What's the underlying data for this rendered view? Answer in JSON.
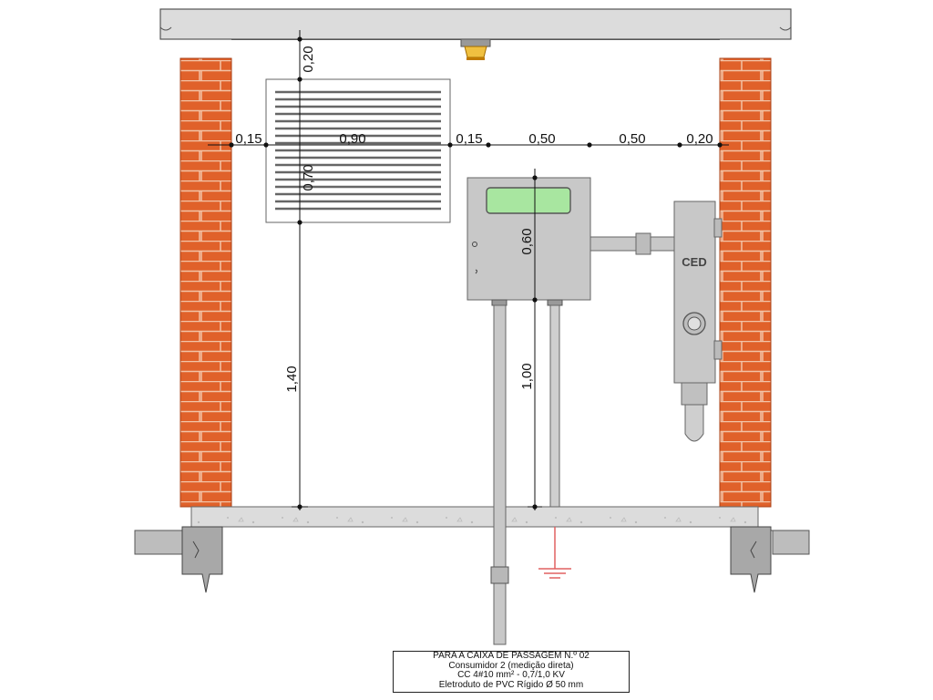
{
  "colors": {
    "brick": "#e0612a",
    "mortar": "#f3c3a6",
    "concrete": "#dcdcdc",
    "equipment": "#c8c8c8",
    "display": "#a8e6a0",
    "ground_wire": "#e06060",
    "dimension": "#111111"
  },
  "dimensions": {
    "top_clearance": "0,20",
    "left_margin": "0,15",
    "vent_width": "0,90",
    "vent_height": "0,70",
    "vent_gap": "0,15",
    "span_a": "0,50",
    "span_b": "0,50",
    "right_margin": "0,20",
    "box_height": "0,60",
    "vent_base_height": "1,40",
    "box_base_height": "1,00"
  },
  "labels": {
    "ced": "CED"
  },
  "note": {
    "line1": "PARA A CAIXA DE PASSAGEM N.º 02",
    "line2": "Consumidor  2 (medição direta)",
    "line3": "CC 4#10 mm² - 0,7/1,0 KV",
    "line4": "Eletroduto de PVC Rígido Ø 50 mm"
  },
  "icons": [
    "light-fixture-icon",
    "ground-symbol-icon",
    "circle-knob-icon"
  ]
}
